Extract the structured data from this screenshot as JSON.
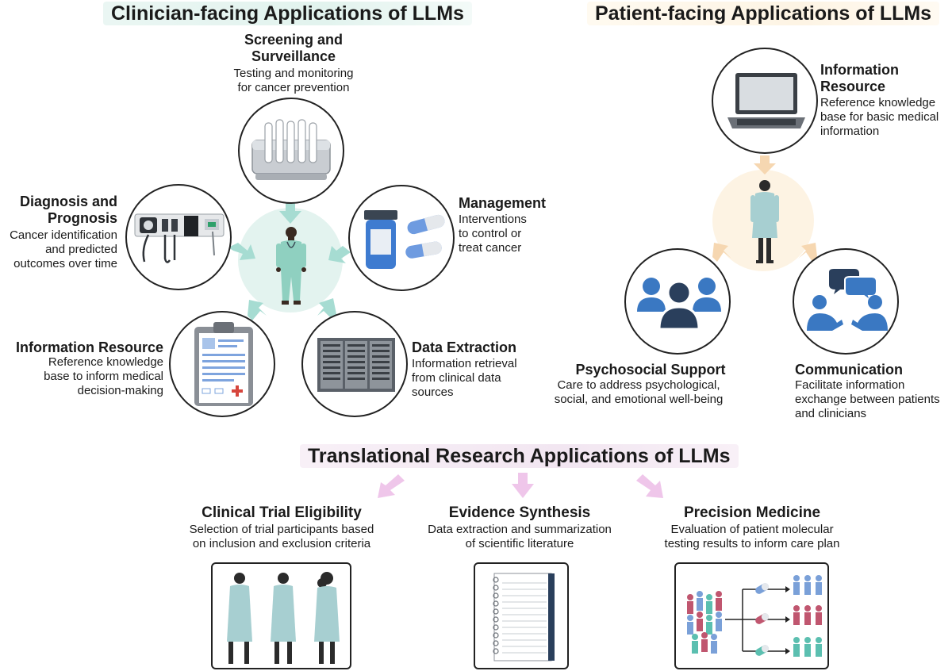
{
  "clinician": {
    "title": "Clinician-facing Applications of LLMs",
    "screening": {
      "title_line1": "Screening and",
      "title_line2": "Surveillance",
      "desc_line1": "Testing and monitoring",
      "desc_line2": "for cancer prevention"
    },
    "diagnosis": {
      "title_line1": "Diagnosis and",
      "title_line2": "Prognosis",
      "desc_line1": "Cancer identification",
      "desc_line2": "and predicted",
      "desc_line3": "outcomes over time"
    },
    "management": {
      "title": "Management",
      "desc_line1": "Interventions",
      "desc_line2": "to control or",
      "desc_line3": "treat cancer"
    },
    "info_resource": {
      "title": "Information Resource",
      "desc_line1": "Reference knowledge",
      "desc_line2": "base to inform medical",
      "desc_line3": "decision-making"
    },
    "data_extraction": {
      "title": "Data Extraction",
      "desc_line1": "Information retrieval",
      "desc_line2": "from clinical data",
      "desc_line3": "sources"
    }
  },
  "patient": {
    "title": "Patient-facing Applications of LLMs",
    "info_resource": {
      "title_line1": "Information",
      "title_line2": "Resource",
      "desc_line1": "Reference knowledge",
      "desc_line2": "base for basic medical",
      "desc_line3": "information"
    },
    "psychosocial": {
      "title": "Psychosocial Support",
      "desc_line1": "Care to address psychological,",
      "desc_line2": "social, and emotional well-being"
    },
    "communication": {
      "title": "Communication",
      "desc_line1": "Facilitate information",
      "desc_line2": "exchange between patients",
      "desc_line3": "and clinicians"
    }
  },
  "translational": {
    "title": "Translational Research Applications of LLMs",
    "trial": {
      "title": "Clinical Trial Eligibility",
      "desc_line1": "Selection of trial participants based",
      "desc_line2": "on inclusion and exclusion criteria"
    },
    "evidence": {
      "title": "Evidence Synthesis",
      "desc_line1": "Data extraction and summarization",
      "desc_line2": "of scientific literature"
    },
    "precision": {
      "title": "Precision Medicine",
      "desc_line1": "Evaluation of patient molecular",
      "desc_line2": "testing results to inform care plan"
    }
  },
  "icons": [
    "test-tube-rack-icon",
    "diagnostic-wall-station-icon",
    "pill-bottle-icon",
    "clipboard-icon",
    "server-rack-icon",
    "doctor-icon",
    "laptop-icon",
    "patient-gown-icon",
    "group-people-icon",
    "conversation-icon",
    "notebook-icon",
    "patient-stratification-icon"
  ],
  "colors": {
    "clinician_halo": "#e3f3ef",
    "patient_halo": "#fdf3e3",
    "translational_arrow": "#efc6ea",
    "clinician_arrow": "#a6dcd2",
    "patient_arrow": "#f6d7b1",
    "people_blue": "#3a78c2"
  }
}
